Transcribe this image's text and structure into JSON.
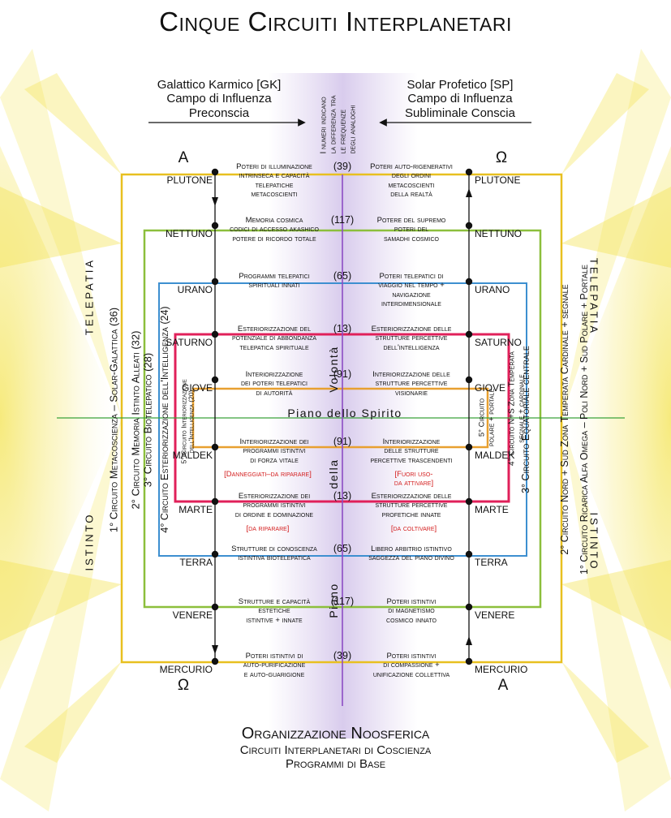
{
  "title": "Cinque Circuiti Interplanetari",
  "left_header": [
    "Galattico Karmico [GK]",
    "Campo di Influenza",
    "Preconscia"
  ],
  "right_header": [
    "Solar Profetico [SP]",
    "Campo di Influenza",
    "Subliminale Conscia"
  ],
  "center_note": [
    "I numeri indicano",
    "la differenza tra",
    "le frequenze",
    "degli analoghi"
  ],
  "alpha": "A",
  "omega": "Ω",
  "planets_left": [
    "PLUTONE",
    "NETTUNO",
    "URANO",
    "SATURNO",
    "GIOVE",
    "MALDEK",
    "MARTE",
    "TERRA",
    "VENERE",
    "MERCURIO"
  ],
  "planets_right": [
    "PLUTONE",
    "NETTUNO",
    "URANO",
    "SATURNO",
    "GIOVE",
    "MALDEK",
    "MARTE",
    "TERRA",
    "VENERE",
    "MERCURIO"
  ],
  "numbers": [
    "(39)",
    "(117)",
    "(65)",
    "(13)",
    "(91)",
    "(91)",
    "(13)",
    "(65)",
    "(117)",
    "(39)"
  ],
  "left_programs": [
    [
      "Poteri di illuminazione",
      "intrinseca e capacità",
      "telepatiche",
      "metacoscienti"
    ],
    [
      "Memoria cosmica",
      "codici di accesso akashico",
      "potere di ricordo totale"
    ],
    [
      "Programmi telepatici",
      "spirituali innati"
    ],
    [
      "Esteriorizzazione del",
      "potenziale di abbondanza",
      "telepatica spirituale"
    ],
    [
      "Interiorizzazione",
      "dei poteri telepatici",
      "di autorità"
    ],
    [
      "Interiorizzazione dei",
      "programmi istintivi",
      "di forza vitale"
    ],
    [
      "Esteriorizzazione dei",
      "programmi istintivi",
      "di ordine e dominazione"
    ],
    [
      "Strutture di conoscenza",
      "istintiva biotelepatica"
    ],
    [
      "Strutture e capacità",
      "estetiche",
      "istintive + innate"
    ],
    [
      "Poteri istintivi di",
      "auto-purificazione",
      "e auto-guarigione"
    ]
  ],
  "right_programs": [
    [
      "Poteri auto-rigenerativi",
      "degli ordini",
      "metacoscienti",
      "della realtà"
    ],
    [
      "Potere del supremo",
      "poteri del",
      "samadhi cosmico"
    ],
    [
      "Poteri telepatici di",
      "viaggio nel tempo +",
      "navigazione",
      "interdimensionale"
    ],
    [
      "Esteriorizzazione delle",
      "strutture percettive",
      "dell'intelligenza"
    ],
    [
      "Interiorizzazione delle",
      "strutture percettive",
      "visionarie"
    ],
    [
      "Interiorizzazione",
      "delle strutture",
      "percettive trascendenti"
    ],
    [
      "Esteriorizzazione delle",
      "strutture percettive",
      "profetiche innate"
    ],
    [
      "Libero arbitrio istintivo",
      "saggezza del piano divino"
    ],
    [
      "Poteri istintivi",
      "di magnetismo",
      "cosmico innato"
    ],
    [
      "Poteri istintivi",
      "di compassione +",
      "unificazione collettiva"
    ]
  ],
  "notes": {
    "maldek_left": "[Danneggiati–da riparare]",
    "marte_left": "[da riparare]",
    "maldek_right": [
      "[Fuori uso-",
      "da attivare]"
    ],
    "marte_right": "[da coltivare]"
  },
  "piano_spirito": "Piano   dello   Spirito",
  "piano_volonta": [
    "Piano",
    "della",
    "Volontà"
  ],
  "telepatia": "TELEPATIA",
  "istinto": "ISTINTO",
  "circuits_left": [
    "1° Circuito   Metacoscienza  –  Solar-Galattica  (36)",
    "2° Circuito   Memoria Istinto Alleati  (32)",
    "3° Circuito   Biotelepatico  (28)",
    "4° Circuito Esteriorizzazione dell'Intelligenza (24)",
    "5° Circuito Interiorizzazione dell'Intelligenza (20)"
  ],
  "circuits_right": [
    "1° Circuito   Ricarica Alfa Omega  –  Poli Nord + Sud   Polare + Portale",
    "2° Circuito   Nord + Sud Zona Temperata   Cardinale + segnale",
    "3° Circuito Equatoriale  centrale",
    "4° Circuito N+S Zona Temperata",
    "segnale + cardinale",
    "5° Circuito",
    "polare + portale"
  ],
  "footer": [
    "Organizzazione Noosferica",
    "Circuiti Interplanetari di Coscienza",
    "Programmi di Base"
  ],
  "colors": {
    "c1": "#e8c020",
    "c2": "#8cbf3c",
    "c3": "#3d8fd0",
    "c4": "#e0205a",
    "c5": "#e8a030",
    "purple": "#8c4cc4",
    "green_line": "#3aa23a",
    "glow": "#f6e64a"
  }
}
